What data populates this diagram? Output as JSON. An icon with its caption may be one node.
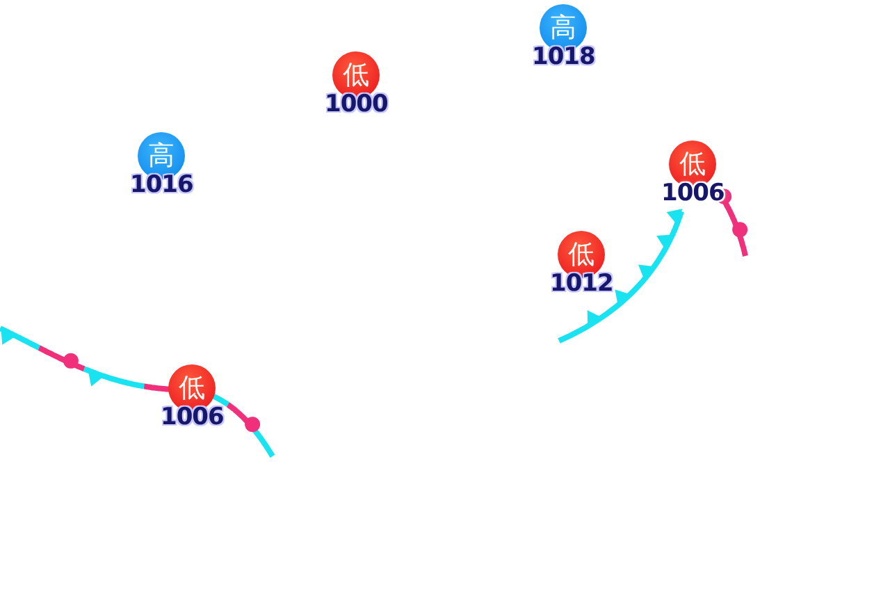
{
  "diagram": {
    "nodes": [
      {
        "text": [
          "高"
        ],
        "beside": [
          "1018"
        ]
      },
      {
        "text": [
          "低"
        ],
        "beside": [
          "1000"
        ]
      },
      {
        "text": [
          "高"
        ],
        "beside": [
          "1016"
        ]
      },
      {
        "text": [
          "低"
        ],
        "beside": [
          "1006"
        ]
      },
      {
        "text": [
          "低"
        ],
        "beside": [
          "1012"
        ]
      },
      {
        "text": [
          "低"
        ],
        "beside": [
          "1006"
        ]
      }
    ]
  }
}
